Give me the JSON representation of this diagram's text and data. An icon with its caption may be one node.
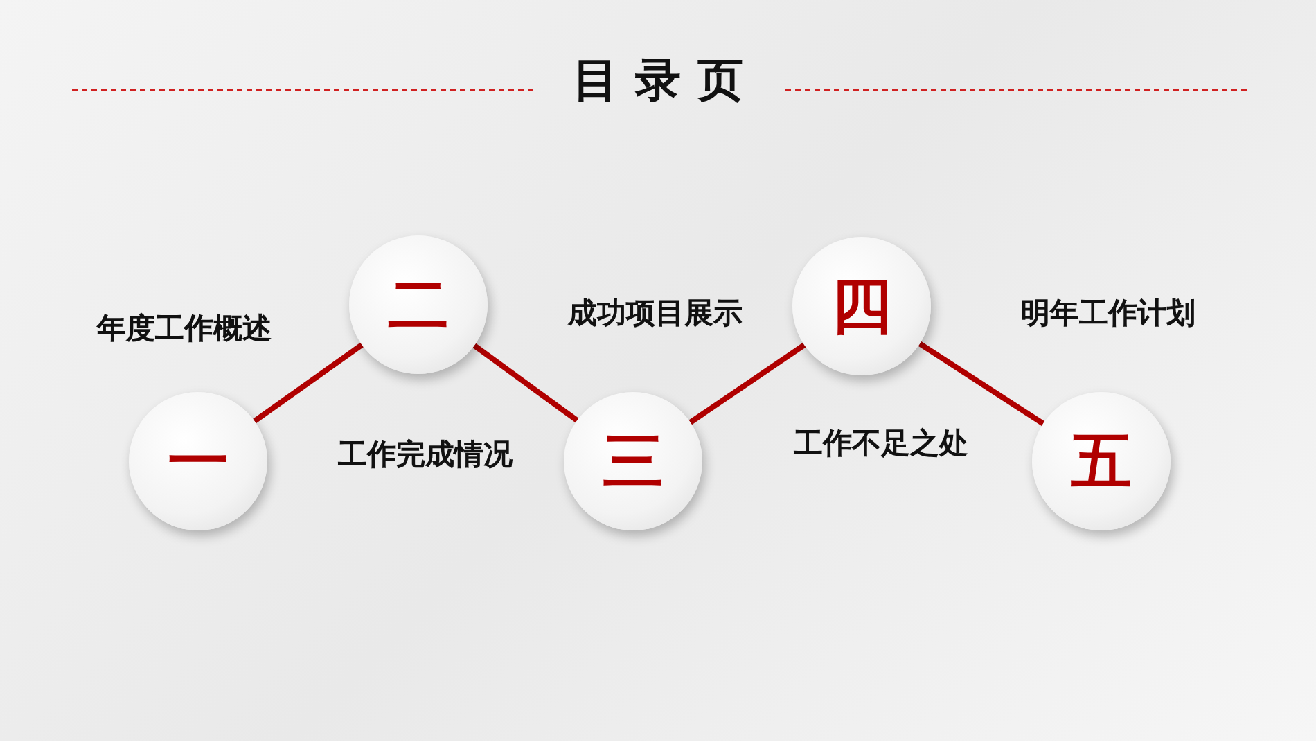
{
  "diagram": {
    "title": "目录页",
    "nodes": [
      {
        "text": [
          "一"
        ],
        "beside": [
          "年度工作概述"
        ]
      },
      {
        "text": [
          "二"
        ],
        "beside": [
          "工作完成情况"
        ]
      },
      {
        "text": [
          "三"
        ],
        "beside": [
          "成功项目展示"
        ]
      },
      {
        "text": [
          "四"
        ],
        "beside": [
          "工作不足之处"
        ]
      },
      {
        "text": [
          "五"
        ],
        "beside": [
          "明年工作计划"
        ]
      }
    ],
    "edges": [
      {
        "from": 0,
        "to": 1,
        "arrow": "none"
      },
      {
        "from": 1,
        "to": 2,
        "arrow": "none"
      },
      {
        "from": 2,
        "to": 3,
        "arrow": "none"
      },
      {
        "from": 3,
        "to": 4,
        "arrow": "none"
      }
    ]
  }
}
